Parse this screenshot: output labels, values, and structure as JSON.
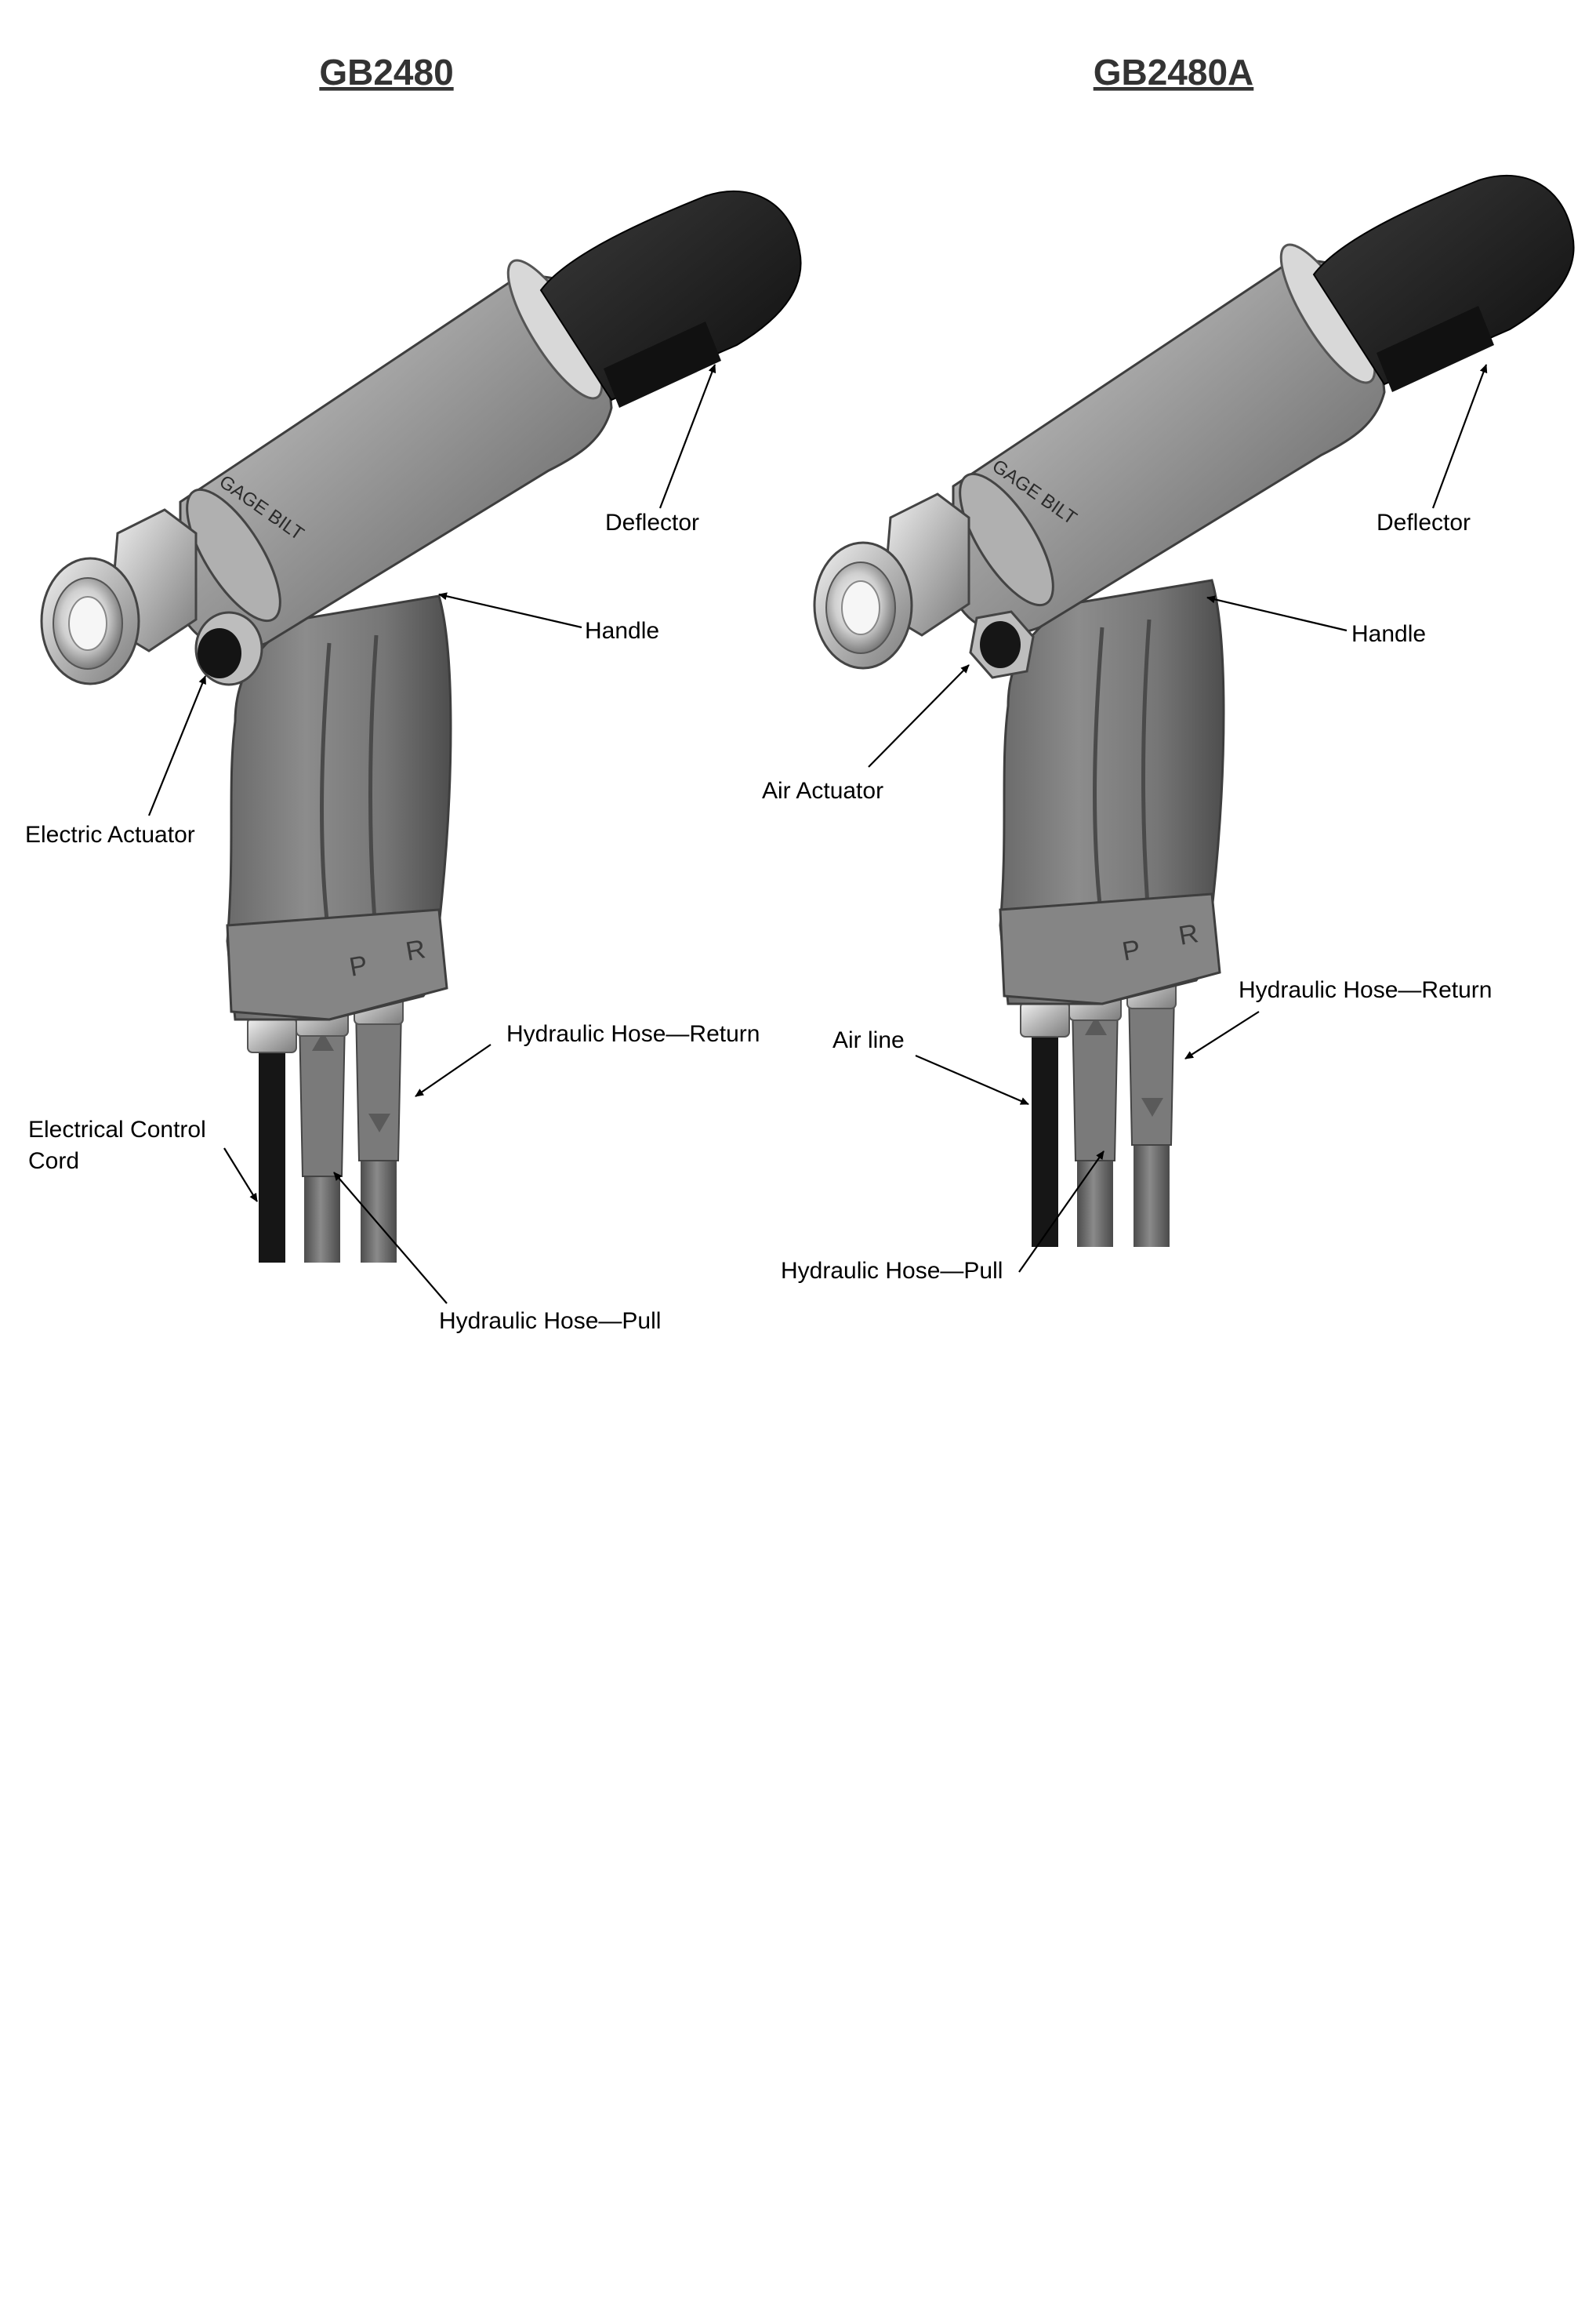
{
  "titles": {
    "left": "GB2480",
    "right": "GB2480A"
  },
  "left_tool": {
    "labels": {
      "deflector": "Deflector",
      "handle": "Handle",
      "electric_actuator": "Electric Actuator",
      "hose_return": "Hydraulic Hose—Return",
      "control_cord_line1": "Electrical Control",
      "control_cord_line2": "Cord",
      "hose_pull": "Hydraulic Hose—Pull"
    },
    "body_marking": "GAGE BILT"
  },
  "right_tool": {
    "labels": {
      "deflector": "Deflector",
      "handle": "Handle",
      "air_actuator": "Air Actuator",
      "hose_return": "Hydraulic Hose—Return",
      "air_line": "Air line",
      "hose_pull": "Hydraulic Hose—Pull"
    },
    "body_marking": "GAGE BILT"
  },
  "colors": {
    "body_light": "#a4a4a4",
    "body_mid": "#7a7a7a",
    "body_dark": "#555555",
    "deflector": "#1c1c1c",
    "hose": "#6e6e6e",
    "cord": "#161616"
  }
}
